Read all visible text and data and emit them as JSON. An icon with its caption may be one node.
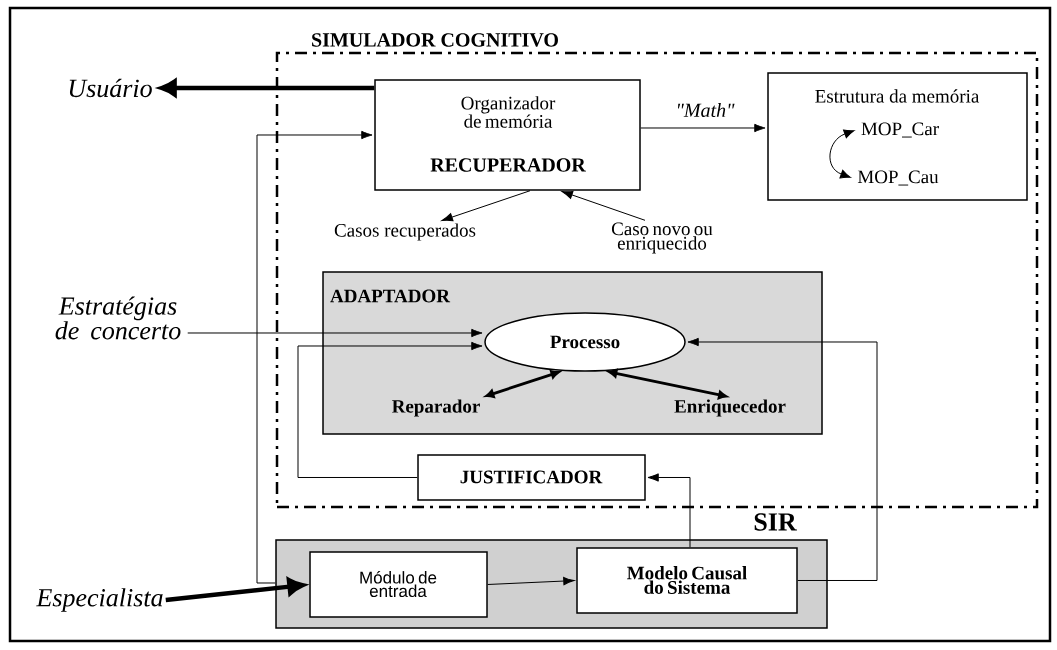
{
  "diagram": {
    "nodes": [
      {
        "text": [
          "SIMULADOR COGNITIVO"
        ]
      },
      {
        "text": [
          "Usuário"
        ]
      },
      {
        "text": [
          "Organizador de memória",
          "RECUPERADOR"
        ],
        "in": 0
      },
      {
        "text": [
          "Estrutura da memória"
        ],
        "in": 0
      },
      {
        "text": [
          "MOP_Car"
        ],
        "in": 3
      },
      {
        "text": [
          "MOP_Cau"
        ],
        "in": 3
      },
      {
        "text": [
          "Casos recuperados"
        ],
        "in": 0
      },
      {
        "text": [
          "Caso novo ou enriquecido"
        ],
        "in": 0
      },
      {
        "text": [
          "ADAPTADOR"
        ],
        "in": 0
      },
      {
        "text": [
          "Processo"
        ],
        "in": 8
      },
      {
        "text": [
          "Reparador"
        ],
        "in": 8
      },
      {
        "text": [
          "Enriquecedor"
        ],
        "in": 8
      },
      {
        "text": [
          "JUSTIFICADOR"
        ],
        "in": 0
      },
      {
        "text": [
          "Estratégias de concerto"
        ]
      },
      {
        "text": [
          "SIR"
        ]
      },
      {
        "text": [
          "Módulo de entrada"
        ],
        "in": 14
      },
      {
        "text": [
          "Modelo Causal do Sistema"
        ],
        "in": 14
      },
      {
        "text": [
          "Especialista"
        ]
      }
    ],
    "edges": [
      {
        "from": 2,
        "to": 1,
        "arrow": "to",
        "style": "thick"
      },
      {
        "from": 14,
        "to": 2,
        "arrow": "to"
      },
      {
        "from": 2,
        "to": 3,
        "arrow": "to",
        "label": "\"Math\""
      },
      {
        "from": 4,
        "to": 5,
        "arrow": "both"
      },
      {
        "from": 2,
        "to": 6,
        "arrow": "to"
      },
      {
        "from": 7,
        "to": 2,
        "arrow": "to"
      },
      {
        "from": 13,
        "to": 9,
        "arrow": "to"
      },
      {
        "from": 12,
        "to": 9,
        "arrow": "to"
      },
      {
        "from": 16,
        "to": 9,
        "arrow": "to"
      },
      {
        "from": 16,
        "to": 12,
        "arrow": "to"
      },
      {
        "from": 15,
        "to": 16,
        "arrow": "to"
      },
      {
        "from": 17,
        "to": 15,
        "arrow": "to",
        "style": "thick"
      },
      {
        "from": 9,
        "to": 10,
        "arrow": "both",
        "style": "thick"
      },
      {
        "from": 9,
        "to": 11,
        "arrow": "both",
        "style": "thick"
      }
    ]
  }
}
